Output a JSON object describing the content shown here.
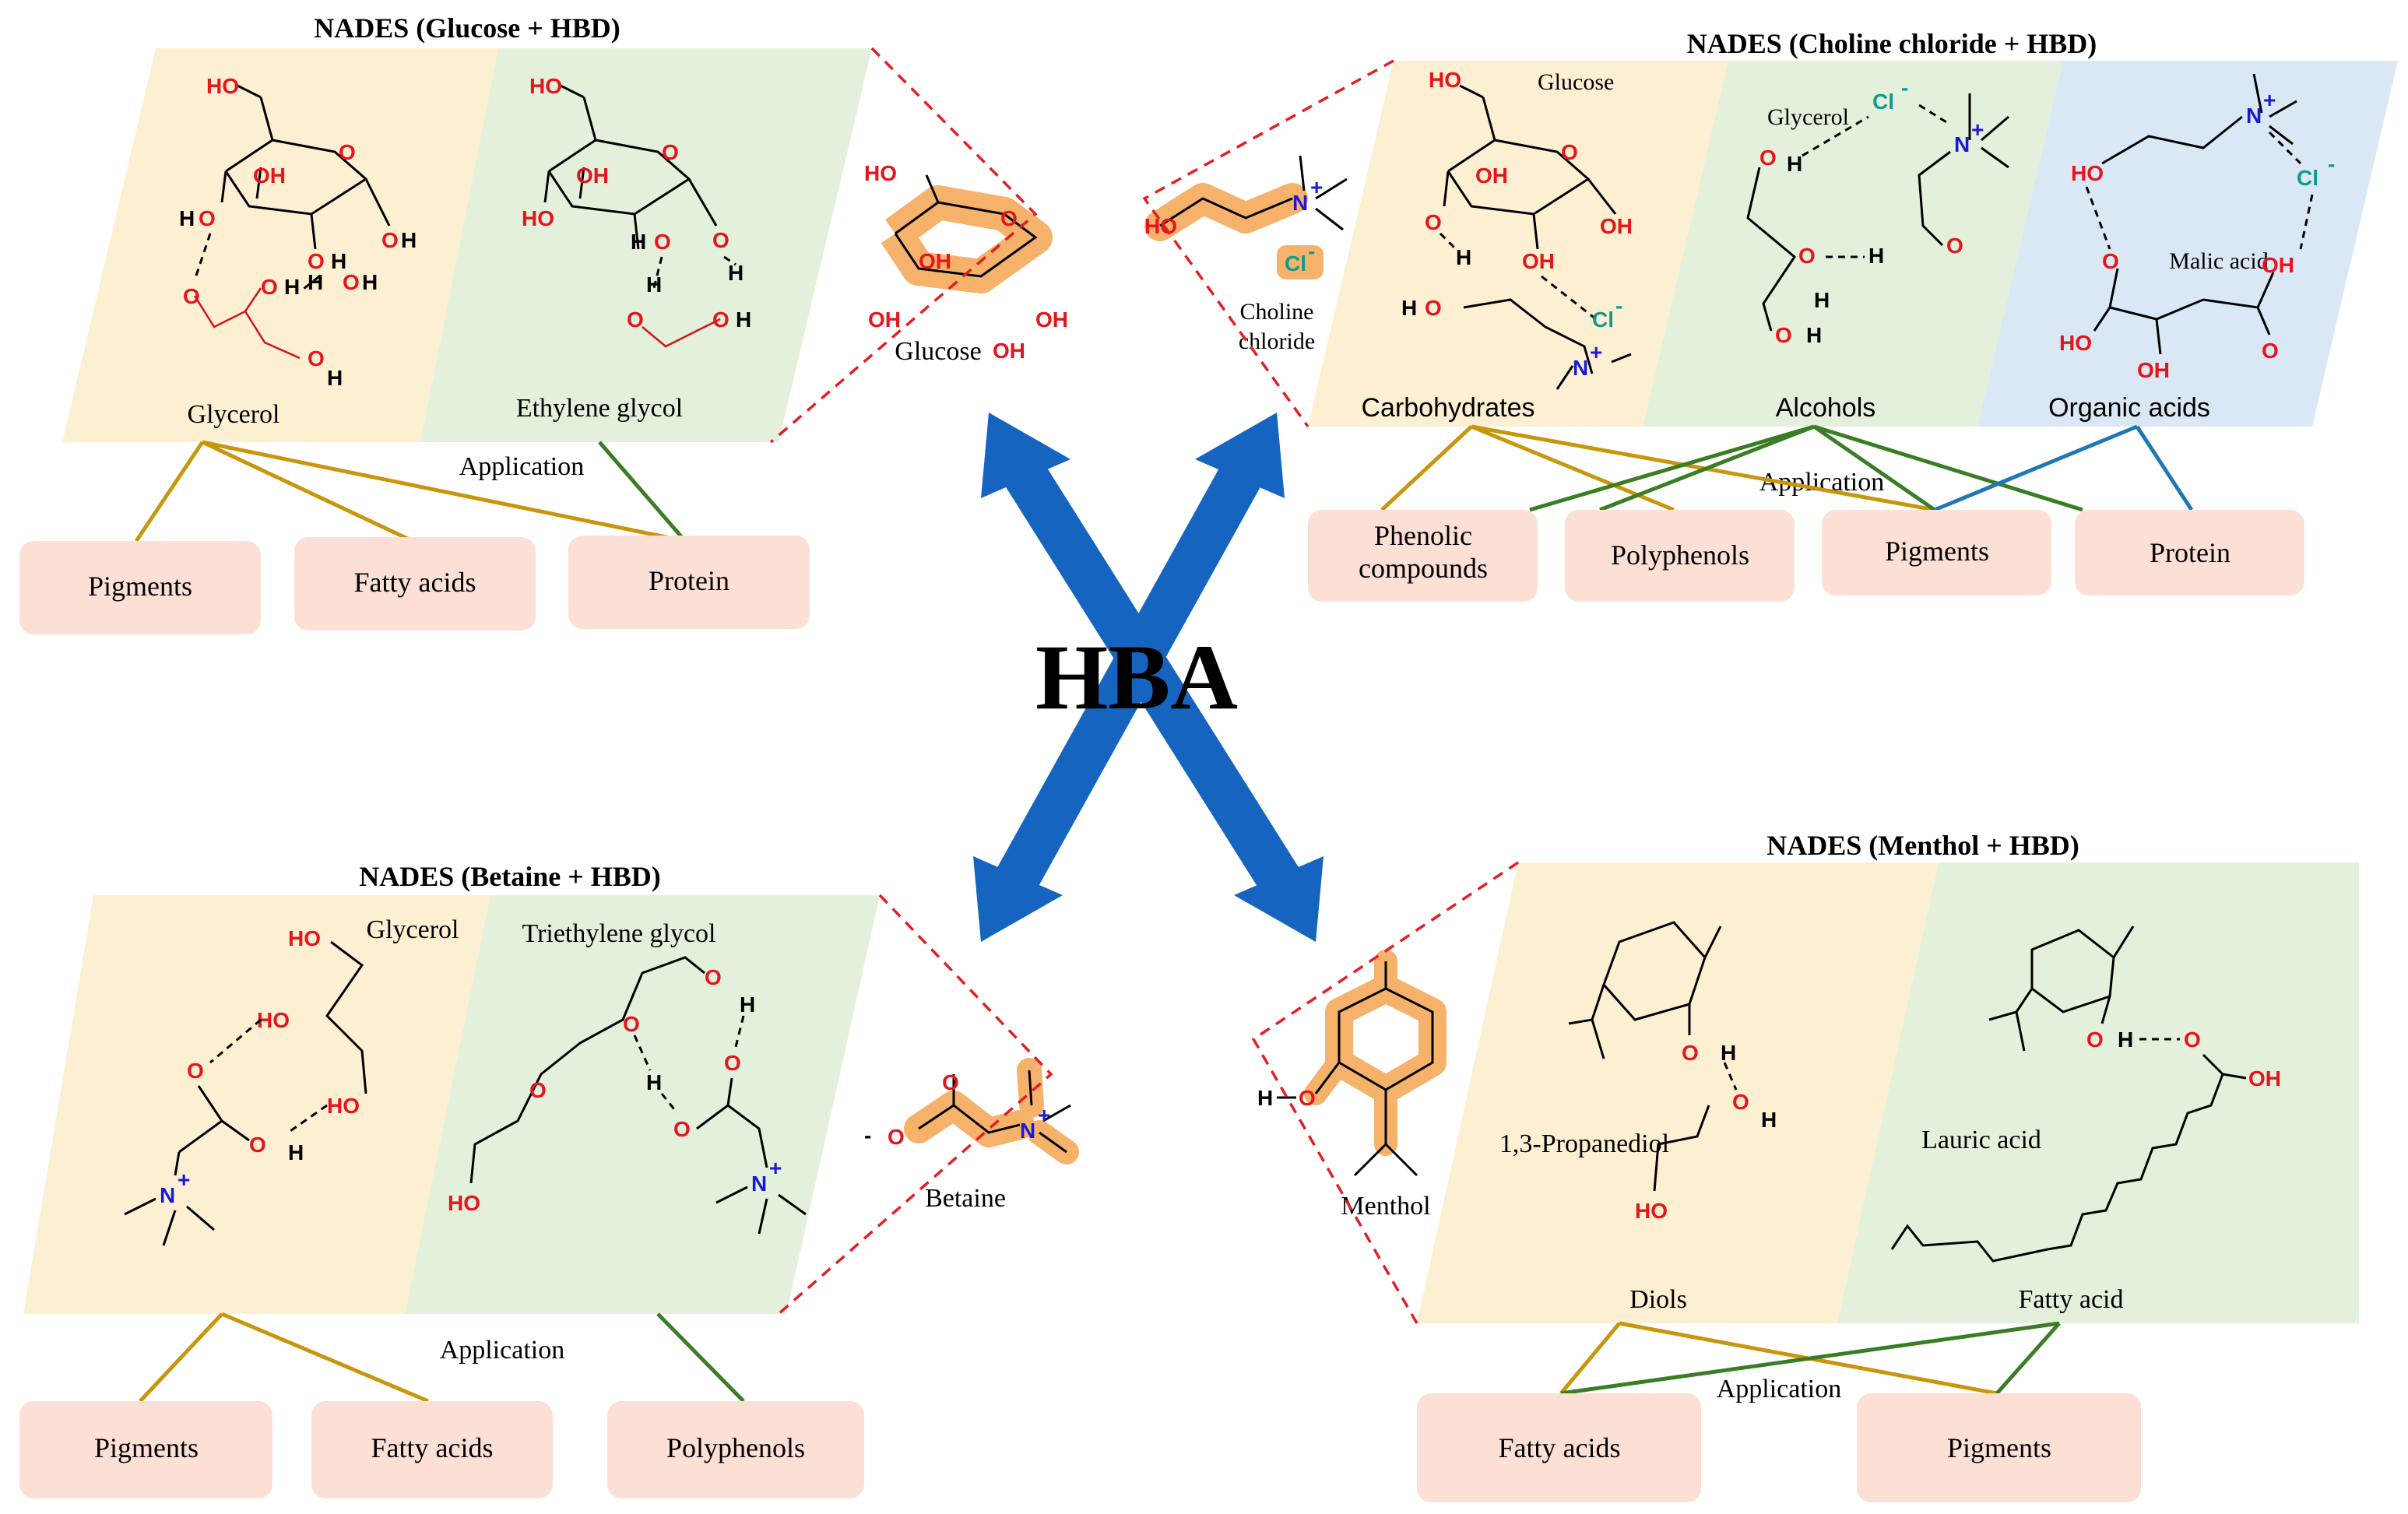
{
  "center": {
    "label": "HBA"
  },
  "colors": {
    "yellow_panel": "#fdf0d2",
    "green_panel": "#e3f0db",
    "blue_panel": "#dae8f5",
    "app_box": "#fce0d6",
    "arrow": "#1565c0",
    "highlight": "#f6b26b",
    "link_gold": "#c8960c",
    "link_green": "#3a7d24",
    "link_blue": "#1f77b4",
    "callout": "#e31e24",
    "oxygen": "#e8141b",
    "nitrogen": "#1a1ad6",
    "chloride": "#0f9b8e"
  },
  "atoms": {
    "o": "O",
    "oh": "OH",
    "ho": "HO",
    "h": "H",
    "n": "N",
    "plus": "+",
    "cl": "Cl",
    "minus": "-"
  },
  "q1": {
    "title": "NADES (Glucose + HBD)",
    "panel_a": "Glycerol",
    "panel_b": "Ethylene glycol",
    "hba_label": "Glucose",
    "application": "Application",
    "boxes": [
      "Pigments",
      "Fatty acids",
      "Protein"
    ]
  },
  "q2": {
    "title": "NADES (Choline chloride + HBD)",
    "hba_label_1": "Choline",
    "hba_label_2": "chloride",
    "glucose": "Glucose",
    "glycerol": "Glycerol",
    "malic": "Malic acid",
    "panel_a": "Carbohydrates",
    "panel_b": "Alcohols",
    "panel_c": "Organic acids",
    "application": "Application",
    "box1_l1": "Phenolic",
    "box1_l2": "compounds",
    "boxes": [
      "Polyphenols",
      "Pigments",
      "Protein"
    ]
  },
  "q3": {
    "title": "NADES (Betaine + HBD)",
    "panel_a": "Glycerol",
    "panel_b": "Triethylene glycol",
    "hba_label": "Betaine",
    "application": "Application",
    "boxes": [
      "Pigments",
      "Fatty acids",
      "Polyphenols"
    ]
  },
  "q4": {
    "title": "NADES (Menthol + HBD)",
    "panel_a_mol": "1,3-Propanediol",
    "panel_b_mol": "Lauric acid",
    "panel_a": "Diols",
    "panel_b": "Fatty acid",
    "hba_label": "Menthol",
    "application": "Application",
    "boxes": [
      "Fatty acids",
      "Pigments"
    ]
  }
}
